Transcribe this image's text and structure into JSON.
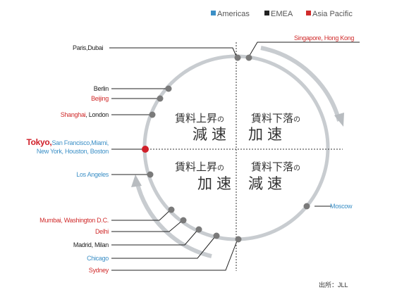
{
  "legend": [
    {
      "label": "Americas",
      "color": "#3b8fc6"
    },
    {
      "label": "EMEA",
      "color": "#222222"
    },
    {
      "label": "Asia Pacific",
      "color": "#d02b2b"
    }
  ],
  "quadrants": {
    "top_left": {
      "line1": "賃料上昇",
      "suffix": "の",
      "line2": "減速"
    },
    "top_right": {
      "line1": "賃料下落",
      "suffix": "の",
      "line2": "加速"
    },
    "bottom_left": {
      "line1": "賃料上昇",
      "suffix": "の",
      "line2": "加速"
    },
    "bottom_right": {
      "line1": "賃料下落",
      "suffix": "の",
      "line2": "減速"
    }
  },
  "cities": {
    "paris_dubai": "Paris,Dubai",
    "singapore_hk": "Singapore, Hong Kong",
    "berlin": "Berlin",
    "beijing": "Beijing",
    "shanghai": "Shanghai",
    "london": ", London",
    "tokyo": "Tokyo,",
    "sf_miami": "San Francisco,Miami,",
    "ny_houston_boston": "New York, Houston, Boston",
    "los_angeles": "Los Angeles",
    "moscow": "Moscow",
    "mumbai": "Mumbai",
    "washington": ", Washington D.C.",
    "delhi": "Delhi",
    "madrid_milan": "Madrid, Milan",
    "chicago": "Chicago",
    "sydney": "Sydney"
  },
  "source": "出所：JLL",
  "colors": {
    "americas": "#3b8fc6",
    "emea": "#222222",
    "asia_pacific": "#d02b2b",
    "ring": "#c8ccd0",
    "dot": "#7a7a7a",
    "tokyo_dot": "#d0202a"
  }
}
